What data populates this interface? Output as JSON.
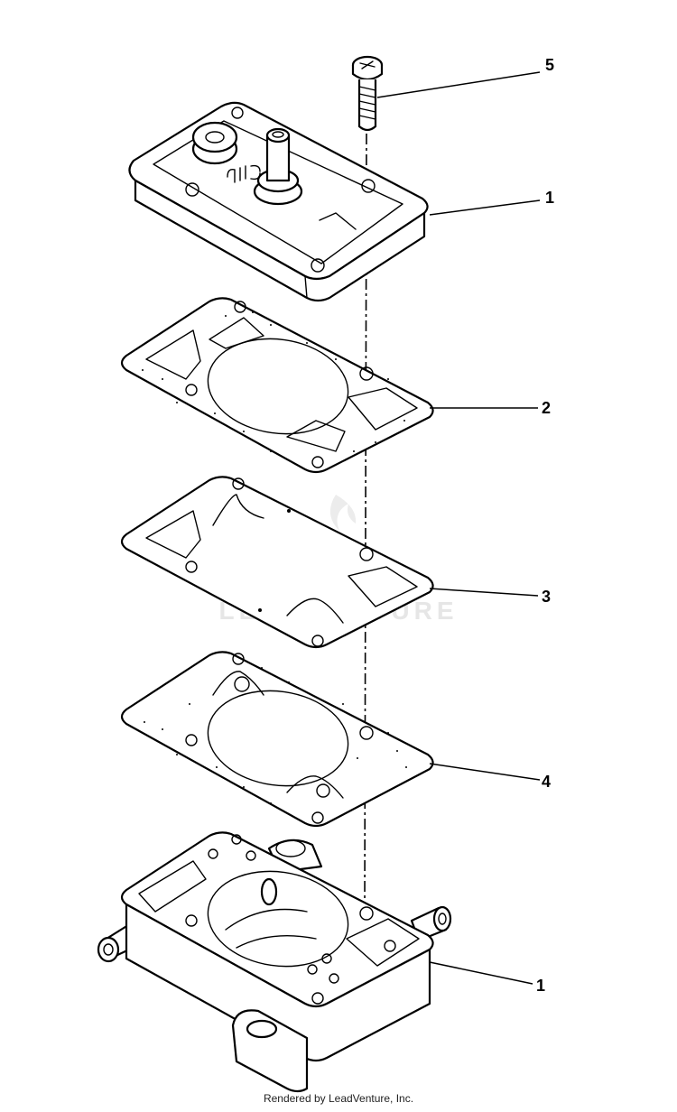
{
  "callouts": {
    "top_body": "1",
    "gasket_upper": "2",
    "diaphragm": "3",
    "gasket_lower": "4",
    "screw": "5",
    "bottom_body": "1"
  },
  "watermark": "LEADVENTURE",
  "footer": "Rendered by LeadVenture, Inc."
}
